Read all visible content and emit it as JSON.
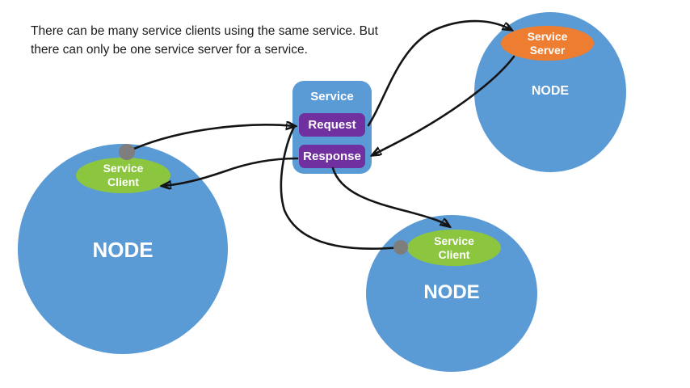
{
  "caption": {
    "line1": "There can be many service clients using the same service. But",
    "line2": "there can only be one service server for a service."
  },
  "service_box": {
    "title": "Service",
    "request_label": "Request",
    "response_label": "Response"
  },
  "nodes": [
    {
      "id": "node-left",
      "label": "NODE",
      "member": {
        "role": "client",
        "line1": "Service",
        "line2": "Client"
      }
    },
    {
      "id": "node-top-right",
      "label": "NODE",
      "member": {
        "role": "server",
        "line1": "Service",
        "line2": "Server"
      }
    },
    {
      "id": "node-bottom-right",
      "label": "NODE",
      "member": {
        "role": "client",
        "line1": "Service",
        "line2": "Client"
      }
    }
  ],
  "arrows": [
    {
      "from": "service-client-left",
      "to": "service-request"
    },
    {
      "from": "service-client-bottom",
      "to": "service-request"
    },
    {
      "from": "service-request",
      "to": "service-server"
    },
    {
      "from": "service-server",
      "to": "service-response"
    },
    {
      "from": "service-response",
      "to": "service-client-left"
    },
    {
      "from": "service-response",
      "to": "service-client-bottom"
    }
  ],
  "colors": {
    "node_blue": "#5B9BD5",
    "client_green": "#8CC63F",
    "server_orange": "#ED7D31",
    "message_purple": "#7030A0",
    "connection_dot_gray": "#7E7E7E",
    "arrow_black": "#141414",
    "background": "#FFFFFF",
    "caption_text": "#1B1B1B"
  }
}
